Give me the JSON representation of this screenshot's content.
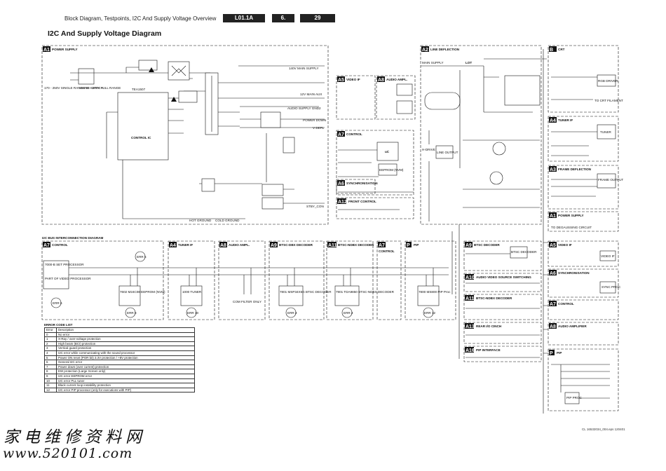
{
  "header": {
    "title": "Block Diagram, Testpoints, I2C And Supply Voltage Overview",
    "model": "L01.1A",
    "section": "6.",
    "page": "29"
  },
  "page_title": "I2C And Supply Voltage Diagram",
  "sections": {
    "a1": {
      "tag": "A1",
      "name": "POWER SUPPLY"
    },
    "a2": {
      "tag": "A2",
      "name": "LINE DEFLECTION"
    },
    "b": {
      "tag": "B",
      "name": "CRT"
    },
    "a5": {
      "tag": "A5",
      "name": "VIDEO IF"
    },
    "a8": {
      "tag": "A8",
      "name": "AUDIO AMPL."
    },
    "a7": {
      "tag": "A7",
      "name": "CONTROL"
    },
    "a6": {
      "tag": "A6",
      "name": "SYNCHRONISATION"
    },
    "a12": {
      "tag": "A12",
      "name": "FRONT CONTROL"
    },
    "a4": {
      "tag": "A4",
      "name": "TUNER IF"
    },
    "a3": {
      "tag": "A3",
      "name": "FRAME DEFLECTION"
    },
    "a1b": {
      "tag": "A1",
      "name": "POWER SUPPLY"
    }
  },
  "i2c_title": "I2C BUS INTERCONNECTION DIAGRAM",
  "i2c_sections": [
    {
      "tag": "A7",
      "name": "CONTROL"
    },
    {
      "tag": "A4",
      "name": "TUNER IF"
    },
    {
      "tag": "A8",
      "name": "AUDIO AMPL."
    },
    {
      "tag": "A9",
      "name": "BTSC-DBX DECODER"
    },
    {
      "tag": "A11",
      "name": "BTSC-NDBX DECODER"
    },
    {
      "tag": "A7",
      "name": "CONTROL"
    },
    {
      "tag": "P",
      "name": "PIP"
    }
  ],
  "right_sections": [
    {
      "tag": "A9",
      "name": "BTSC DECODER"
    },
    {
      "tag": "A10",
      "name": "AUDIO VIDEO SOURCE SWITCHING"
    },
    {
      "tag": "A11",
      "name": "BTSC-NDBX DECODER"
    },
    {
      "tag": "A13",
      "name": "REAR I/O CINCH"
    },
    {
      "tag": "A16",
      "name": "PIP INTERFACE"
    }
  ],
  "far_right": [
    {
      "tag": "A1",
      "name": "POWER SUPPLY"
    },
    {
      "tag": "A5",
      "name": "VIDEO IF"
    },
    {
      "tag": "A6",
      "name": "SYNCHRONISATION"
    },
    {
      "tag": "A7",
      "name": "CONTROL"
    },
    {
      "tag": "A8",
      "name": "AUDIO AMPLIFIER"
    },
    {
      "tag": "P",
      "name": "PIP"
    }
  ],
  "labels": {
    "mains": "MAINS SWITCH",
    "mains_range": "170 - 250V SINGLE RANGE 90 - 276V FULL RANGE",
    "tea": "TEA1507",
    "control_ic": "CONTROL IC",
    "v140": "140V MAIN SUPPLY",
    "v12": "12V MAIN AUX",
    "audio_supply": "AUDIO SUPPLY GND2",
    "power_down": "POWER DOWN",
    "v_defl": "V DEFL",
    "hot_ground": "HOT GROUND",
    "cold_ground": "COLD GROUND",
    "stbycon": "STBY_CON",
    "lot": "LOT",
    "line_output": "LINE OUTPUT",
    "h_drive": "H-DRIVE",
    "main_supply": "MAIN SUPPLY",
    "tuner": "TUNER",
    "frame_output": "FRAME OUTPUT",
    "uc": "uC",
    "eeprom": "EEPROM (NVM)",
    "rgb_driver": "RGB DRIVER",
    "to_crt": "TO CRT FILAMENT",
    "to_degauss": "TO DEGAUSSING CIRCUIT",
    "btsc_decoder": "BTSC DECODER",
    "video_if": "VIDEO IF",
    "sync_proc": "SYNC PROC",
    "pip_proc": "PIP PROC",
    "set_processor": "7000-B SET PROCESSOR",
    "video_processor": "PART OF VIDEO PROCESSOR",
    "eeprom_chip": "7602 M24C08 EEPROM (NVM)",
    "tuner_chip": "1000 TUNER",
    "msp": "7801 MSP34X5G BTSC DECODER",
    "tda": "7901 TDA9850 BTSC-NDBX DECODER",
    "pip_chip": "7800 MS800 PIP Proc",
    "comfilter": "COM FILTER ONLY",
    "cl": "CL 16532034_004.eps 120401",
    "watermark_cn": "家电维修资料网",
    "watermark_url": "www.520101.com"
  },
  "err_boxes": [
    "ERR 5",
    "ERR 6",
    "ERR 8",
    "ERR 10",
    "ERR 4",
    "ERR 4",
    "ERR 12"
  ],
  "error_list": {
    "title": "ERROR CODE LIST",
    "headers": [
      "Error",
      "Description"
    ],
    "rows": [
      [
        "0",
        "No error"
      ],
      [
        "1",
        "X-Ray / over-voltage protection"
      ],
      [
        "2",
        "High beam (BCI) protection"
      ],
      [
        "3",
        "Vertical guard protection"
      ],
      [
        "4",
        "I2C error while communicating with the sound processor"
      ],
      [
        "5",
        "Power ON reset (POR bit) 3.3V protection / +8V protection"
      ],
      [
        "6",
        "General I2C error"
      ],
      [
        "7",
        "Power down (over current) protection"
      ],
      [
        "8",
        "EW protection (Large Screen only)"
      ],
      [
        "9",
        "I2C error EEPROM error"
      ],
      [
        "10",
        "I2C error PLL tuner"
      ],
      [
        "11",
        "Black current loop instability protection"
      ],
      [
        "12",
        "I2C error PIP processor (only for executions with PIP)"
      ]
    ]
  }
}
